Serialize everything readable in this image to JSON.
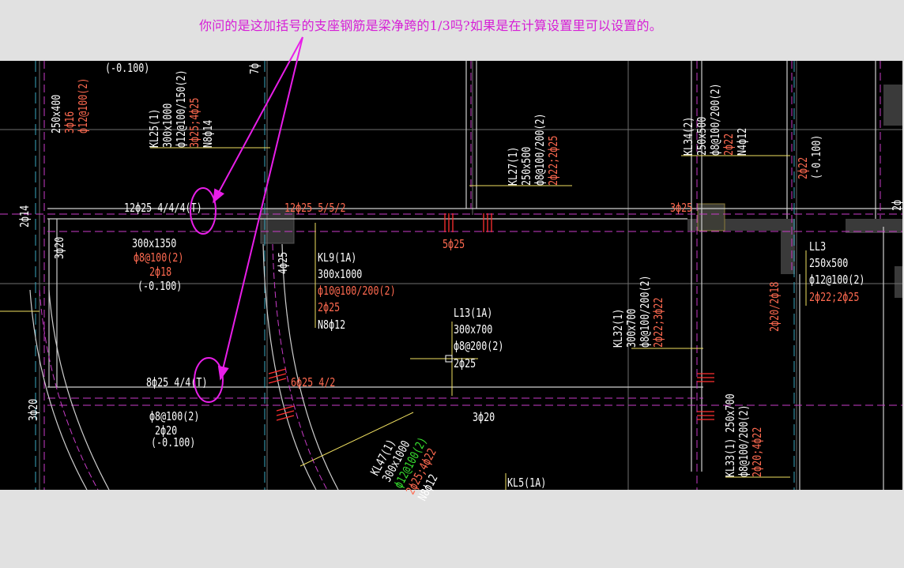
{
  "annotation": {
    "question": "你问的是这加括号的支座钢筋是梁净跨的1/3吗?如果是在计算设置里可以设置的。"
  },
  "labels": {
    "top_elev": "(-0.100)",
    "top_7": "7ф",
    "left_beam": [
      "250x400",
      "3ф16",
      "ф12@100(2)"
    ],
    "kl25": [
      "KL25(1)",
      "300x1000",
      "ф12@100/150(2)",
      "3ф25;4ф25",
      "N8ф14"
    ],
    "side_2d14": "2ф14",
    "side_3d20_a": "3ф20",
    "side_3d20_b": "3ф20",
    "rebar_top_left": "12ф25 4/4/4(T)",
    "rebar_top_mid": "12ф25 5/5/2",
    "rebar_top_right": "3ф25",
    "beam300x1350": [
      "300x1350",
      "ф8@100(2)",
      "2ф18",
      "(-0.100)"
    ],
    "vert_4d25": "4ф25",
    "rebar_5d25": "5ф25",
    "kl9": [
      "KL9(1A)",
      "300x1000",
      "ф10@100/200(2)",
      "2ф25",
      "N8ф12"
    ],
    "l13": [
      "L13(1A)",
      "300x700",
      "ф8@200(2)",
      "2ф25"
    ],
    "rebar_bot_left": "8ф25 4/4(T)",
    "rebar_bot_mid": "6ф25 4/2",
    "beam_bottom_left": [
      "ф8@100(2)",
      "2ф20",
      "(-0.100)"
    ],
    "bot_3d20": "3ф20",
    "kl47": [
      "KL47(1)",
      "300x1000",
      "ф12@100(2)",
      "2ф25;4ф22",
      "N8ф12"
    ],
    "kl5": "KL5(1A)",
    "kl27": [
      "KL27(1)",
      "250x500",
      "ф8@100/200(2)",
      "2ф22;2ф25"
    ],
    "kl34": [
      "KL34(2)",
      "250x500",
      "ф8@100/200(2)",
      "2ф22",
      "N4ф12"
    ],
    "right_top": [
      "2ф22",
      "(-0.100)"
    ],
    "kl32": [
      "KL32(1)",
      "300x700",
      "ф8@100/200(2)",
      "2ф22;3ф22"
    ],
    "vert_2d20": "2ф20/2ф18",
    "ll3": [
      "LL3",
      "250x500",
      "ф12@100(2)",
      "2ф22;2ф25"
    ],
    "kl33": [
      "KL33(1) 250x700",
      "ф8@100/200(2)",
      "2ф20;4ф22"
    ],
    "edge_right": "2ф"
  }
}
